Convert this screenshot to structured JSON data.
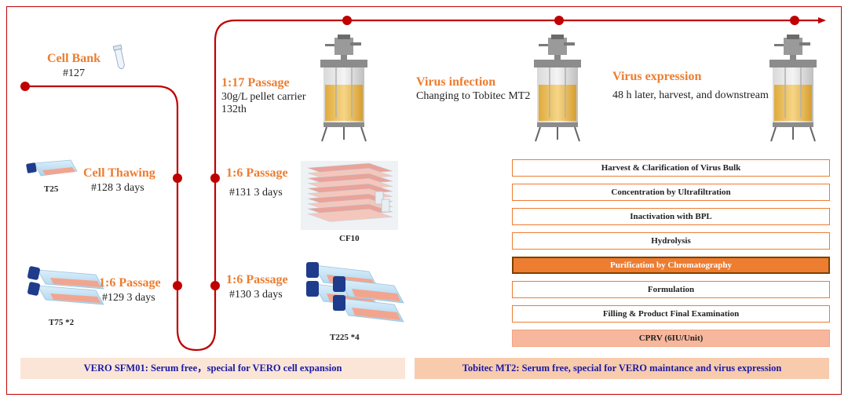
{
  "cell_bank": {
    "title": "Cell Bank",
    "code": "#127"
  },
  "thawing": {
    "title": "Cell Thawing",
    "detail": "#128  3 days",
    "vessel": "T25"
  },
  "passage_129": {
    "title": "1:6 Passage",
    "detail": "#129  3 days",
    "vessel": "T75 *2"
  },
  "passage_130": {
    "title": "1:6 Passage",
    "detail": "#130  3 days",
    "vessel": "T225 *4"
  },
  "passage_131": {
    "title": "1:6 Passage",
    "detail": "#131  3 days",
    "vessel": "CF10"
  },
  "passage_132": {
    "title": "1:17 Passage",
    "line1": "30g/L pellet carrier",
    "line2": "132th"
  },
  "infection": {
    "title": "Virus infection",
    "detail": "Changing to Tobitec MT2"
  },
  "expression": {
    "title": "Virus expression",
    "detail": "48 h later, harvest, and downstream"
  },
  "downstream_steps": [
    "Harvest & Clarification of Virus Bulk",
    "Concentration by Ultrafiltration",
    "Inactivation with BPL",
    "Hydrolysis",
    "Purification by Chromatography",
    "Formulation",
    "Filling & Product Final Examination",
    "CPRV (6IU/Unit)"
  ],
  "highlighted_step": "Purification by Chromatography",
  "banners": {
    "left": "VERO SFM01: Serum free，special for VERO cell  expansion",
    "right": "Tobitec MT2: Serum free, special for VERO maintance and virus expression"
  },
  "colors": {
    "line": "#c00000",
    "accent": "#ed7d31",
    "step_border": "#ed7d31",
    "final_step": "#f7b79c",
    "left_banner_bg": "#fbe5d6",
    "right_banner_bg": "#f8cbad",
    "banner_text": "#1a1aa6",
    "medium": "#f2c14e"
  },
  "icons": [
    "test-tube-icon",
    "t25-flask-icon",
    "t75-flask-icon",
    "t225-flask-icon",
    "cell-factory-icon",
    "bioreactor-icon"
  ]
}
